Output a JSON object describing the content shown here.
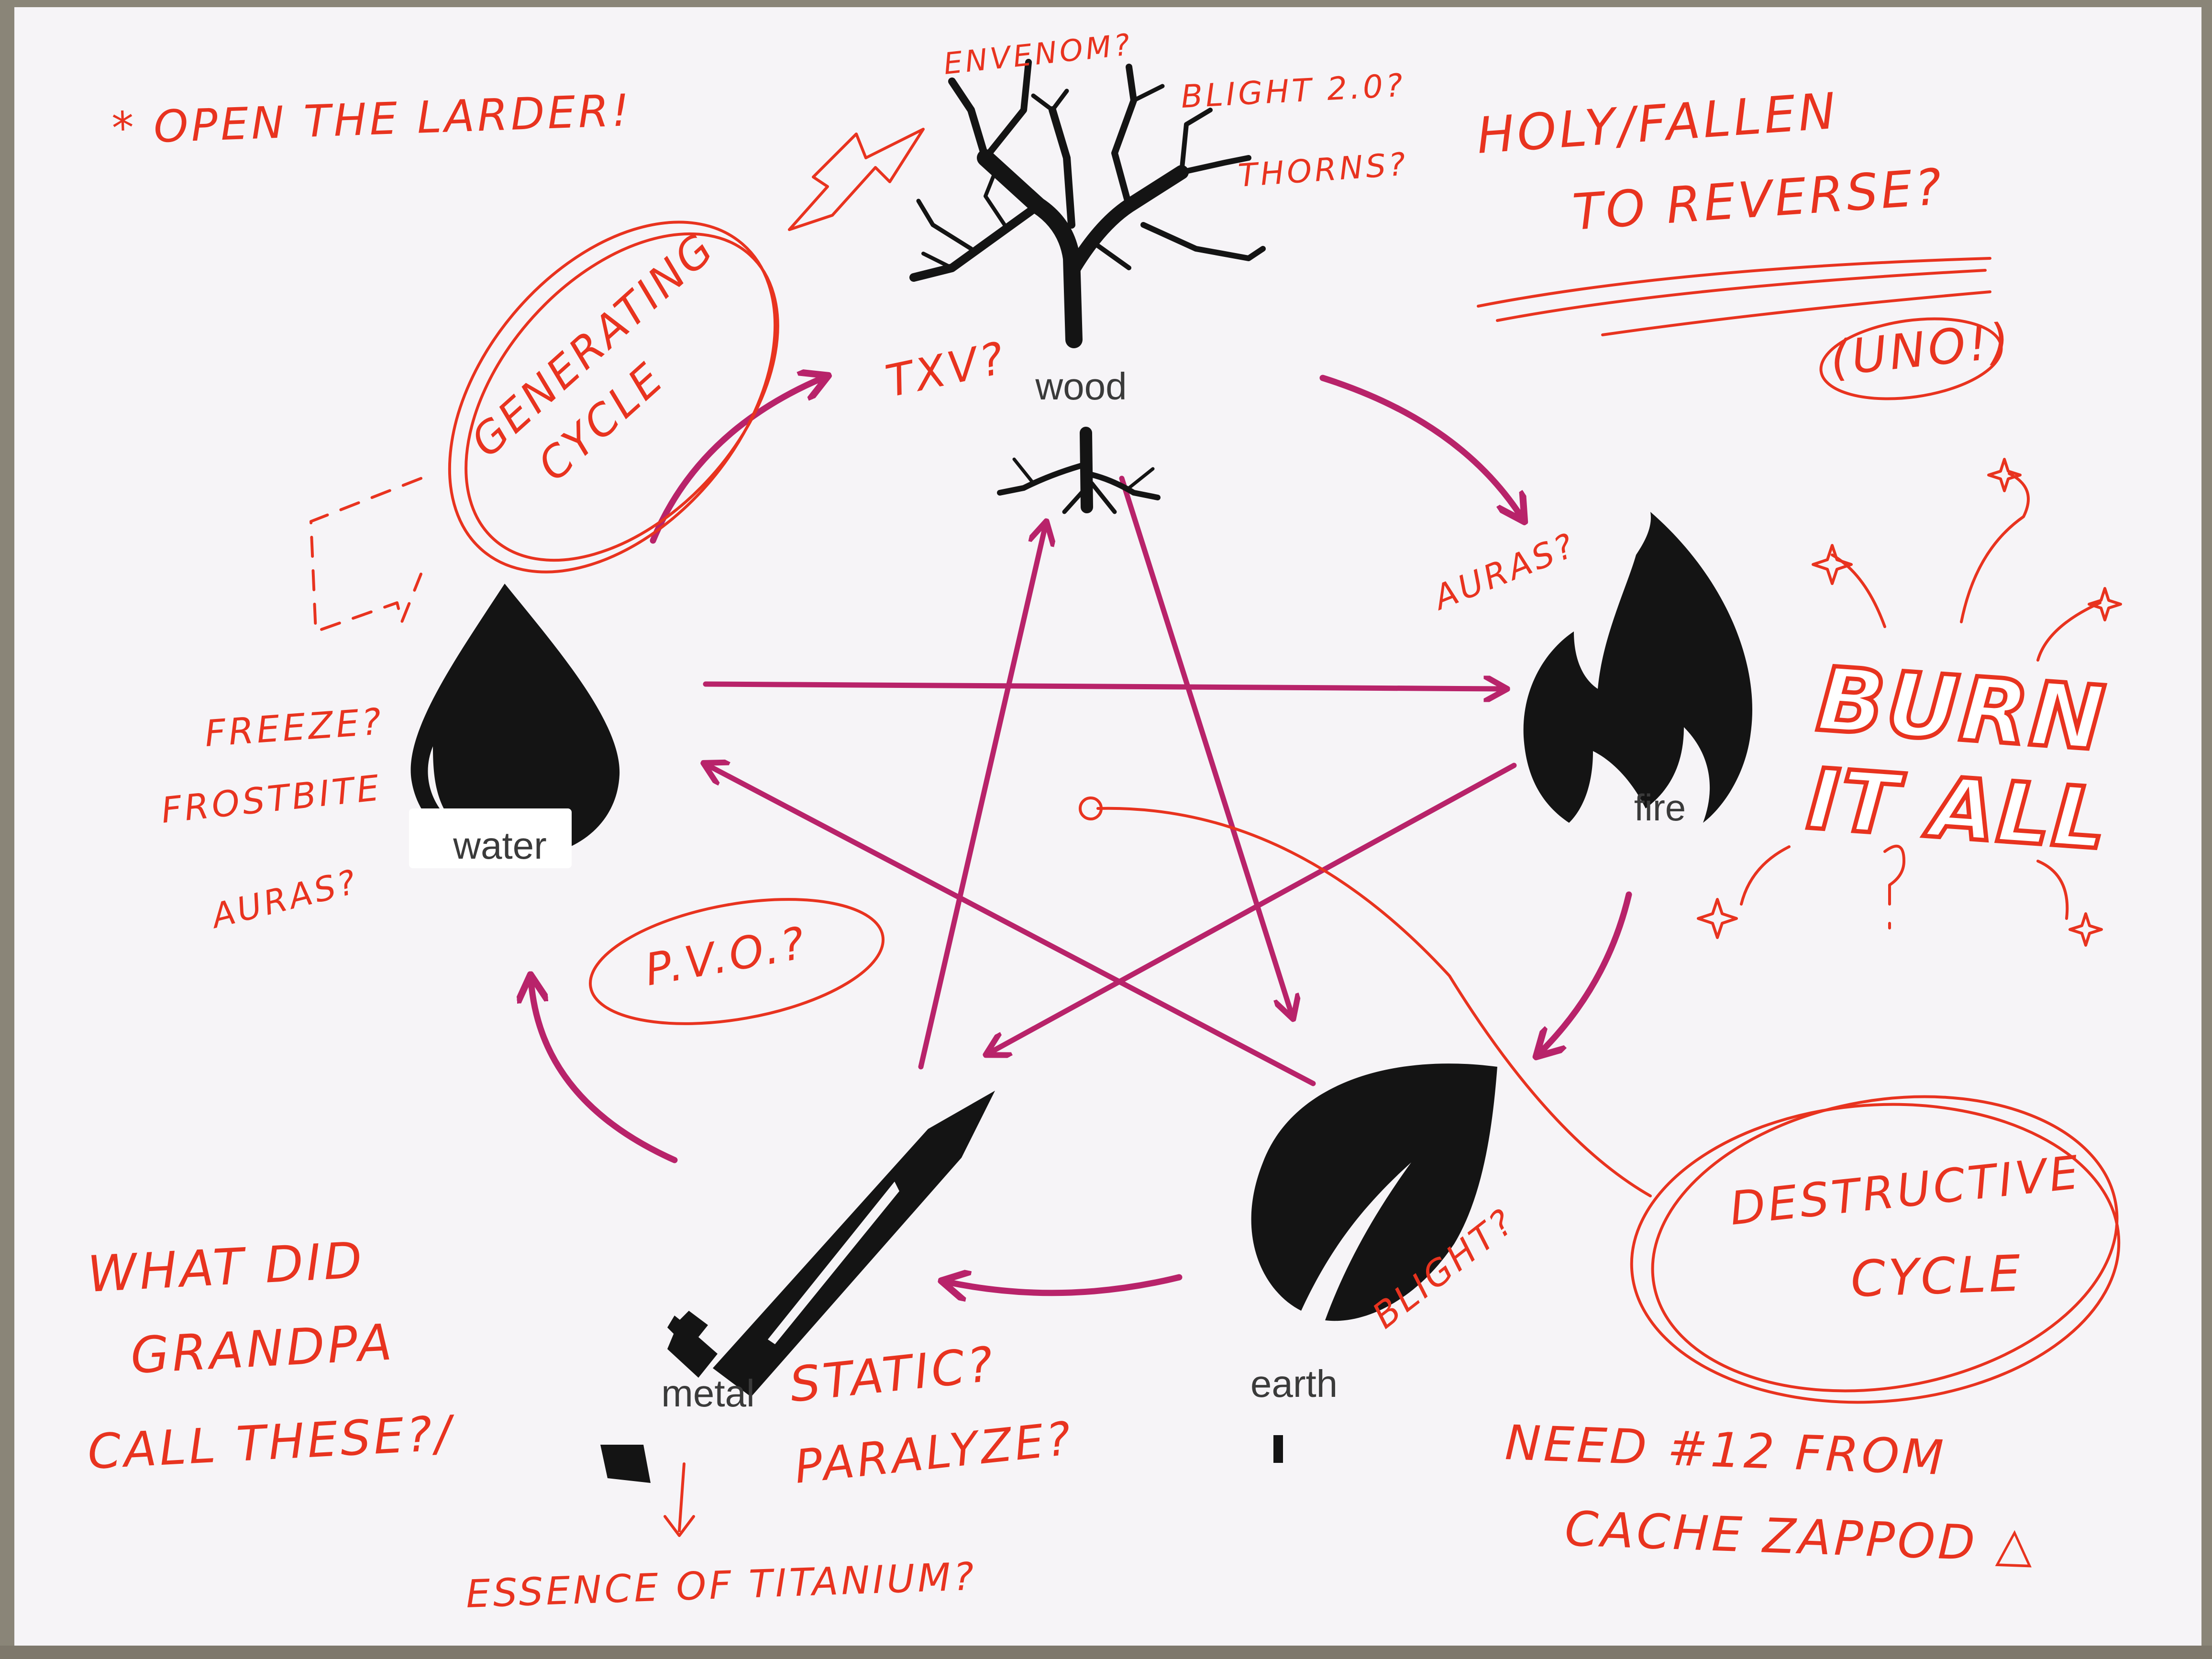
{
  "elements": {
    "wood": "wood",
    "fire": "fire",
    "earth": "earth",
    "metal": "metal",
    "water": "water"
  },
  "colors": {
    "paper": "#f6f4f7",
    "arrow": "#b8236a",
    "ink_red": "#e8331f",
    "icon": "#141414"
  },
  "notes": {
    "open_larder": "* OPEN THE LARDER!",
    "envenom": "ENVENOM?",
    "blight2": "BLIGHT 2.0?",
    "thorns": "THORNS?",
    "holy1": "HOLY/FALLEN",
    "holy2": "TO REVERSE?",
    "uno": "(UNO!)",
    "gen1": "GENERATING",
    "gen2": "CYCLE",
    "txv": "TXV?",
    "auras_fire": "AURAS?",
    "freeze": "FREEZE?",
    "frostbite": "FROSTBITE",
    "auras_water": "AURAS?",
    "pvo": "P.V.O.?",
    "burn1": "BURN",
    "burn2": "IT ALL",
    "destr1": "DESTRUCTIVE",
    "destr2": "CYCLE",
    "blight_earth": "BLIGHT?",
    "grandpa1": "WHAT DID",
    "grandpa2": "GRANDPA",
    "grandpa3": "CALL THESE?/",
    "static": "STATIC?",
    "paralyze": "PARALYZE?",
    "titanium": "ESSENCE OF TITANIUM?",
    "need1": "NEED #12 FROM",
    "need2": "CACHE ZAPPOD △"
  }
}
